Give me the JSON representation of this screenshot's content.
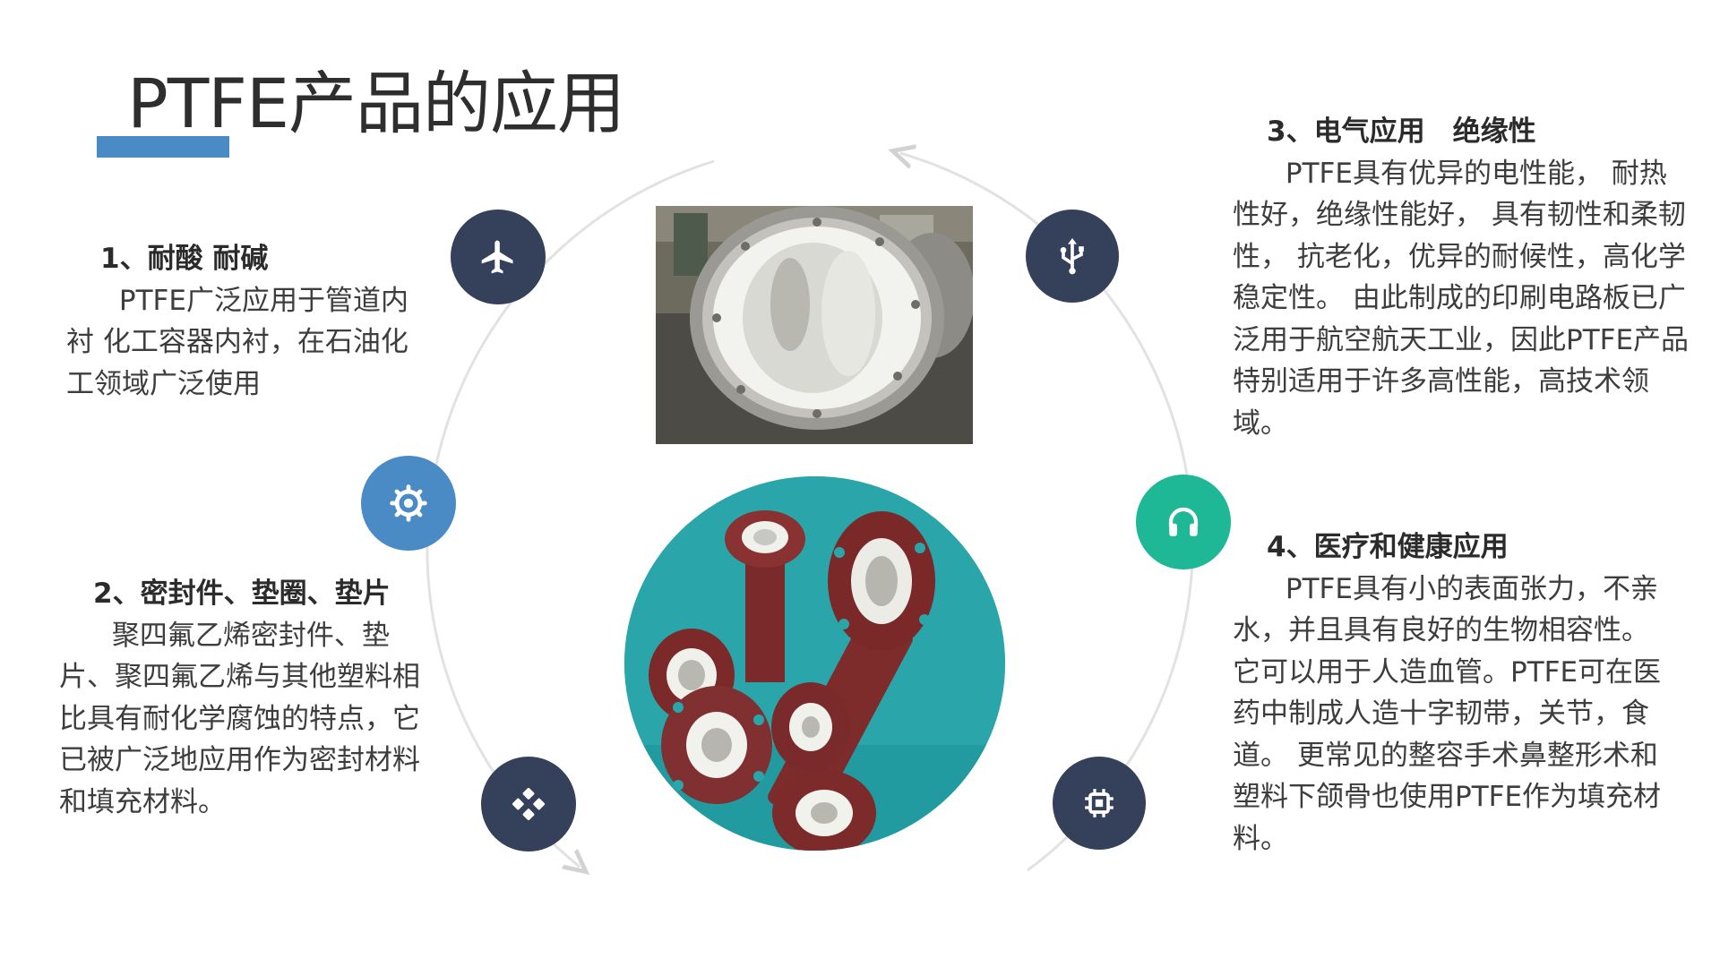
{
  "slide": {
    "title": "PTFE产品的应用",
    "accent": "#4a8bc6",
    "node_dark": "#35415a",
    "node_teal": "#1eb896"
  },
  "sections": [
    {
      "heading": "1、耐酸 耐碱",
      "body": "PTFE广泛应用于管道内衬 化工容器内衬，在石油化工领域广泛使用"
    },
    {
      "heading": "2、密封件、垫圈、垫片",
      "body": "聚四氟乙烯密封件、垫片、聚四氟乙烯与其他塑料相比具有耐化学腐蚀的特点，它已被广泛地应用作为密封材料和填充材料。"
    },
    {
      "heading": "3、电气应用　绝缘性",
      "body": "PTFE具有优异的电性能， 耐热性好，绝缘性能好， 具有韧性和柔韧性， 抗老化，优异的耐候性，高化学稳定性。 由此制成的印刷电路板已广泛用于航空航天工业，因此PTFE产品特别适用于许多高性能，高技术领域。"
    },
    {
      "heading": "4、医疗和健康应用",
      "body": "PTFE具有小的表面张力，不亲水，并且具有良好的生物相容性。它可以用于人造血管。PTFE可在医药中制成人造十字韧带，关节，食道。 更常见的整容手术鼻整形术和塑料下颌骨也使用PTFE作为填充材料。"
    }
  ],
  "icons": [
    "airplane-icon",
    "gear-icon",
    "puzzle-icon",
    "usb-icon",
    "headphones-icon",
    "chip-icon"
  ]
}
